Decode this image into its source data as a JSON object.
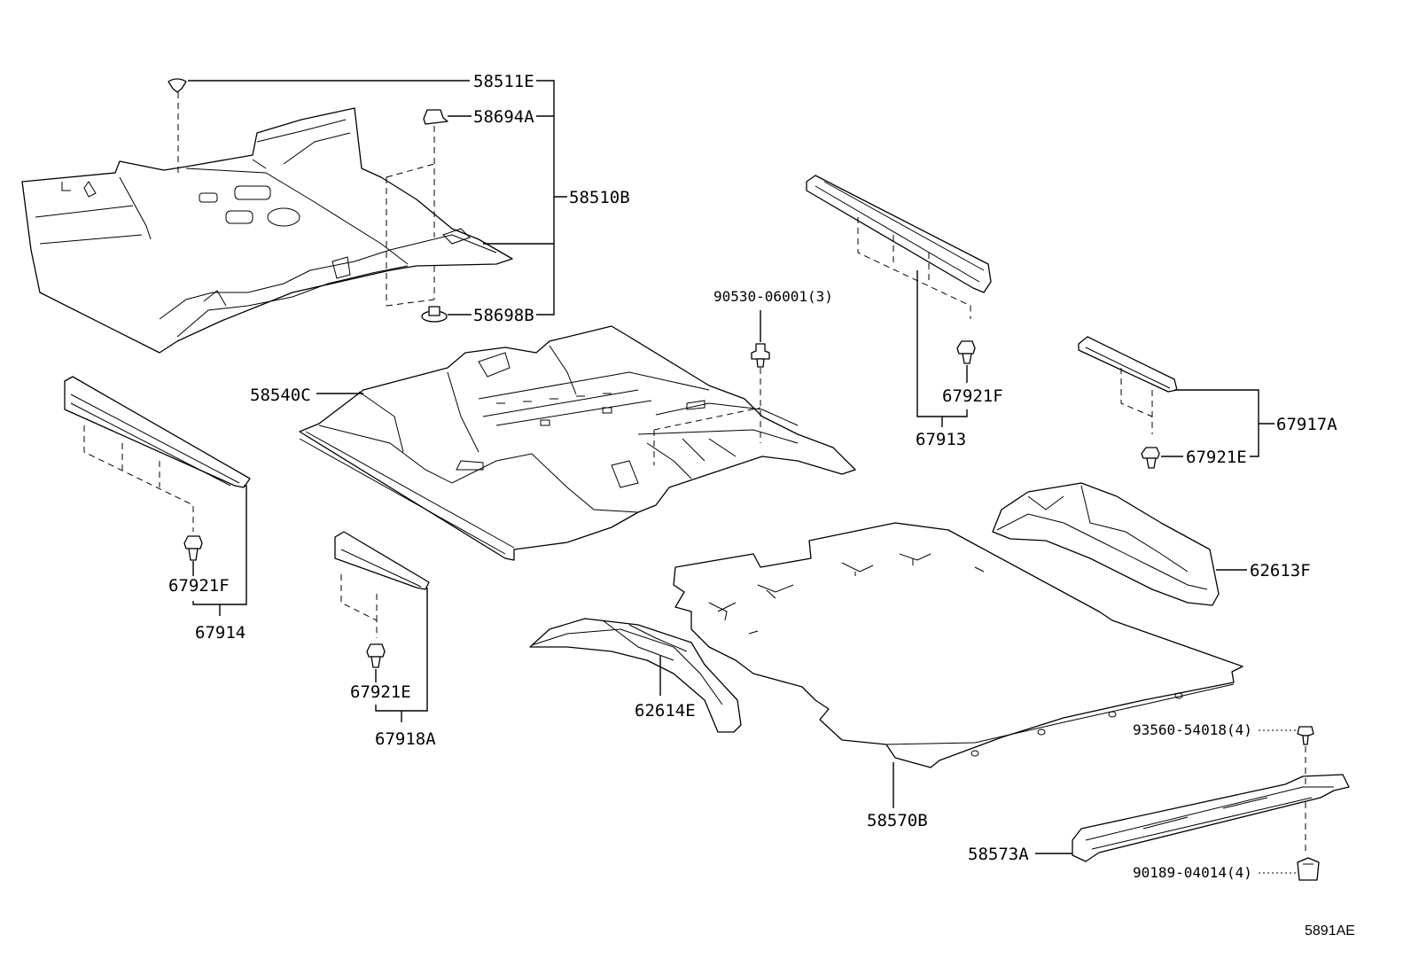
{
  "labels": {
    "p58511E": "58511E",
    "p58694A": "58694A",
    "p58510B": "58510B",
    "p58698B": "58698B",
    "p90530": "90530-06001(3)",
    "p58540C": "58540C",
    "p67921F_a": "67921F",
    "p67913": "67913",
    "p67917A": "67917A",
    "p67921E_a": "67921E",
    "p67921F_b": "67921F",
    "p67914": "67914",
    "p67921E_b": "67921E",
    "p67918A": "67918A",
    "p62613F": "62613F",
    "p62614E": "62614E",
    "p58570B": "58570B",
    "p93560": "93560-54018(4)",
    "p58573A": "58573A",
    "p90189": "90189-04014(4)"
  },
  "diagram_code": "5891AE"
}
